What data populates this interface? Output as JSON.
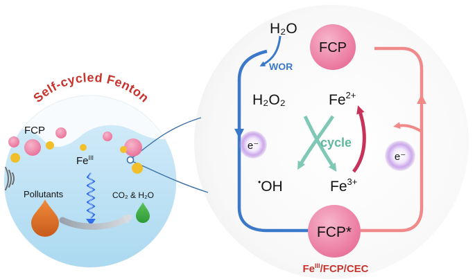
{
  "left_panel": {
    "title": "Self-cycled Fenton",
    "fcp_label": "FCP",
    "fe_base": "Fe",
    "fe_sup": "III",
    "pollutants_label": "Pollutants",
    "products_label": "CO₂ & H₂O"
  },
  "cycle_panel": {
    "water_label": "H₂O",
    "fcp_top_label": "FCP",
    "wor_label": "WOR",
    "h2o2_label": "H₂O₂",
    "fe2_base": "Fe",
    "fe2_sup": "2+",
    "cycle_label": "cycle",
    "oh_dot": "•",
    "oh_label": "OH",
    "fe3_base": "Fe",
    "fe3_sup": "3+",
    "electron_left": "e⁻",
    "electron_right": "e⁻",
    "fcp_bottom_label": "FCP*",
    "bottom_caption_base": "Fe",
    "bottom_caption_sup": "III",
    "bottom_caption_rest": "/FCP/CEC"
  },
  "colors": {
    "blue_arrow": "#3a78c9",
    "pink_arrow": "#f08a8a",
    "teal_arrow": "#7fc8b6",
    "crimson_arrow": "#c7325a",
    "fcp_pink": "#ec7aa0",
    "title_red": "#c8322c",
    "water_blue": "#bfe3f6",
    "electron_purple": "#b48ad8"
  }
}
